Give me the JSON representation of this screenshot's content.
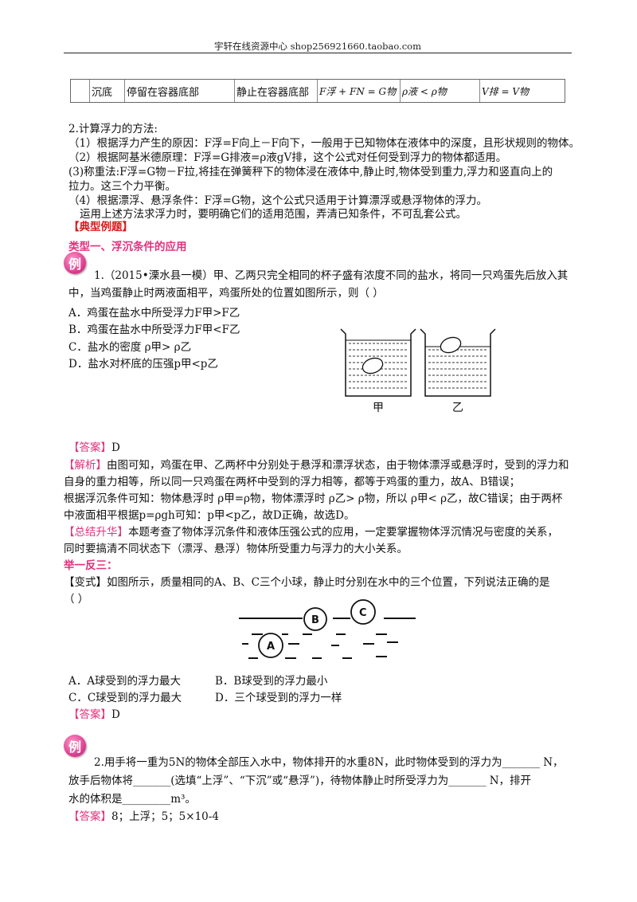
{
  "header": {
    "text": "宇轩在线资源中心    shop256921660.taobao.com"
  },
  "table_row": {
    "state": "沉底",
    "condition": "停留在容器底部",
    "rest": "静止在容器底部",
    "force_eq": "F浮 + FN = G物",
    "density_eq": "ρ液 < ρ物",
    "volume_eq": "V排 = V物"
  },
  "methods": {
    "title": "2.计算浮力的方法:",
    "m1": "（1）根据浮力产生的原因：F浮=F向上－F向下，一般用于已知物体在液体中的深度，且形状规则的物体。",
    "m2": "（2）根据阿基米德原理：F浮=G排液=ρ液gV排，这个公式对任何受到浮力的物体都适用。",
    "m3a": "(3)称重法:F浮=G物－F拉,将挂在弹簧秤下的物体浸在液体中,静止时,物体受到重力,浮力和竖直向上的",
    "m3b": "拉力。这三个力平衡。",
    "m4": "（4）根据漂浮、悬浮条件：F浮=G物，这个公式只适用于计算漂浮或悬浮物体的浮力。",
    "note": "运用上述方法求浮力时，要明确它们的适用范围，弄清已知条件，不可乱套公式。"
  },
  "section_title": "【典型例题】",
  "type1_title": "类型一、浮沉条件的应用",
  "badge_text": "例",
  "q1": {
    "stem1": "1.（2015•溧水县一模）甲、乙两只完全相同的杯子盛有浓度不同的盐水，将同一只鸡蛋先后放入其",
    "stem2": "中，当鸡蛋静止时两液面相平，鸡蛋所处的位置如图所示，则（     ）",
    "options": [
      "A．鸡蛋在盐水中所受浮力F甲>F乙",
      "B．鸡蛋在盐水中所受浮力F甲<F乙",
      "C．盐水的密度 ρ甲> ρ乙",
      "D．盐水对杯底的压强p甲<p乙"
    ],
    "fig_labels": [
      "甲",
      "乙"
    ],
    "answer_tag": "【答案】",
    "answer": "D",
    "analysis_tag": "【解析】",
    "analysis1": "由图可知，鸡蛋在甲、乙两杯中分别处于悬浮和漂浮状态，由于物体漂浮或悬浮时，受到的浮力和",
    "analysis2": "自身的重力相等，所以同一只鸡蛋在两杯中受到的浮力相等，都等于鸡蛋的重力，故A、B错误；",
    "analysis3": "根据浮沉条件可知：物体悬浮时 ρ甲=ρ物，物体漂浮时 ρ乙> ρ物，所以 ρ甲< ρ乙，故C错误；由于两杯",
    "analysis4": "中液面相平根据p=ρgh可知：p甲<p乙，故D正确，故选D。",
    "summary_tag": "【总结升华】",
    "summary1": "本题考查了物体浮沉条件和液体压强公式的应用，一定要掌握物体浮沉情况与密度的关系，",
    "summary2": "同时要搞清不同状态下（漂浮、悬浮）物体所受重力与浮力的大小关系。"
  },
  "variant": {
    "title": "举一反三：",
    "tag": "【变式】",
    "stem1": "如图所示，质量相同的A、B、C三个小球，静止时分别在水中的三个位置，下列说法正确的是",
    "stem2": "（      ）",
    "ball_labels": [
      "A",
      "B",
      "C"
    ],
    "options": [
      "A．A球受到的浮力最大",
      "B．B球受到的浮力最小",
      "C．C球受到的浮力最大",
      "D．三个球受到的浮力一样"
    ],
    "answer_tag": "【答案】",
    "answer": "D"
  },
  "q2": {
    "stem1": "2.用手将一重为5N的物体全部压入水中，物体排开的水重8N，此时物体受到的浮力为_______ N，",
    "stem2": "放手后物体将_______(选填“上浮”、“下沉”或“悬浮”)，待物体静止时所受浮力为_______ N，排开",
    "stem3": "水的体积是_________m³。",
    "answer_tag": "【答案】",
    "answer": "8；上浮；5；5×10-4"
  }
}
